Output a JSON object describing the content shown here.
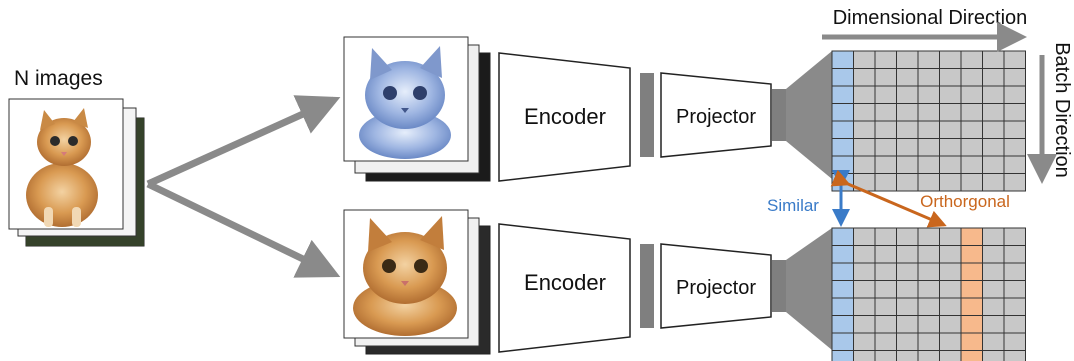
{
  "labels": {
    "n_images": "N images",
    "encoder": "Encoder",
    "projector": "Projector",
    "dimensional_direction": "Dimensional Direction",
    "batch_direction": "Batch Direction",
    "similar": "Similar",
    "orthogonal": "Orthorgonal"
  },
  "colors": {
    "arrow_gray": "#8a8a8a",
    "block_gray": "#7f7f7f",
    "cell_gray": "#c8c8c8",
    "cell_blue": "#a9c8ea",
    "cell_orange": "#f7b98c",
    "similar_blue": "#3a7bc8",
    "orthogonal_orange": "#c9661d"
  },
  "grid": {
    "rows": 8,
    "cols": 9,
    "top_highlight_columns": [
      0
    ],
    "bottom_highlight_columns": [
      0,
      6
    ]
  },
  "images": {
    "input_stack": "cat-photo-stack",
    "augmented_top": "cat-photo-blue-tint",
    "augmented_bottom": "cat-photo-original"
  }
}
